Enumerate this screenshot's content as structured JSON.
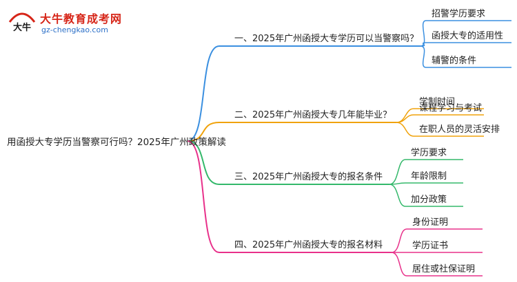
{
  "logo": {
    "title": "大牛教育成考网",
    "url": "gz-chengkao.com",
    "mark_text": "大牛",
    "colors": {
      "title": "#d62518",
      "url": "#2b6fc7"
    }
  },
  "mindmap": {
    "root": "用函授大专学历当警察可行吗？2025年广州政策解读",
    "branches": [
      {
        "label": "一、2025年广州函授大专学历可以当警察吗？",
        "color": "#3a8fe0",
        "children": [
          "招警学历要求",
          "函授大专的适用性",
          "辅警的条件"
        ]
      },
      {
        "label": "二、2025年广州函授大专几年能毕业？",
        "color": "#f0a20a",
        "children": [
          "学制时间",
          "课程学习与考试",
          "在职人员的灵活安排"
        ]
      },
      {
        "label": "三、2025年广州函授大专的报名条件",
        "color": "#33b86a",
        "children": [
          "学历要求",
          "年龄限制",
          "加分政策"
        ]
      },
      {
        "label": "四、2025年广州函授大专的报名材料",
        "color": "#e8308a",
        "children": [
          "身份证明",
          "学历证书",
          "居住或社保证明"
        ]
      }
    ]
  }
}
